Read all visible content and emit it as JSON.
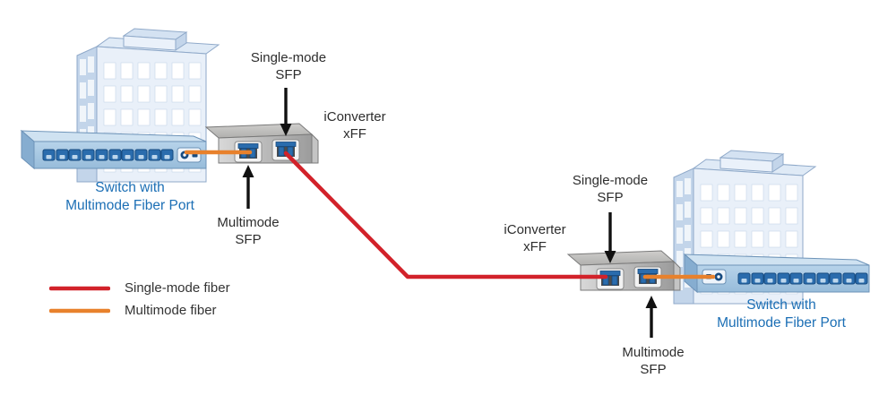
{
  "labels": {
    "sm_sfp_1": {
      "line1": "Single-mode",
      "line2": "SFP"
    },
    "iconverter_1": {
      "line1": "iConverter",
      "line2": "xFF"
    },
    "mm_sfp_1": {
      "line1": "Multimode",
      "line2": "SFP"
    },
    "switch_left": {
      "line1": "Switch with",
      "line2": "Multimode Fiber Port"
    },
    "sm_sfp_2": {
      "line1": "Single-mode",
      "line2": "SFP"
    },
    "iconverter_2": {
      "line1": "iConverter",
      "line2": "xFF"
    },
    "mm_sfp_2": {
      "line1": "Multimode",
      "line2": "SFP"
    },
    "switch_right": {
      "line1": "Switch with",
      "line2": "Multimode Fiber Port"
    }
  },
  "legend": {
    "items": [
      {
        "label": "Single-mode fiber",
        "color": "#d2222a"
      },
      {
        "label": "Multimode fiber",
        "color": "#e8812c"
      }
    ]
  },
  "colors": {
    "single_mode_fiber": "#d2222a",
    "multimode_fiber": "#e8812c",
    "switch_label_text": "#1c6fb5",
    "label_text": "#2d2d2d",
    "arrow": "#111111",
    "switch_body": "#aac9e2",
    "converter_body": "#bdbdbd",
    "building_face": "#e9f0f9",
    "port_blue": "#2a6cad"
  }
}
